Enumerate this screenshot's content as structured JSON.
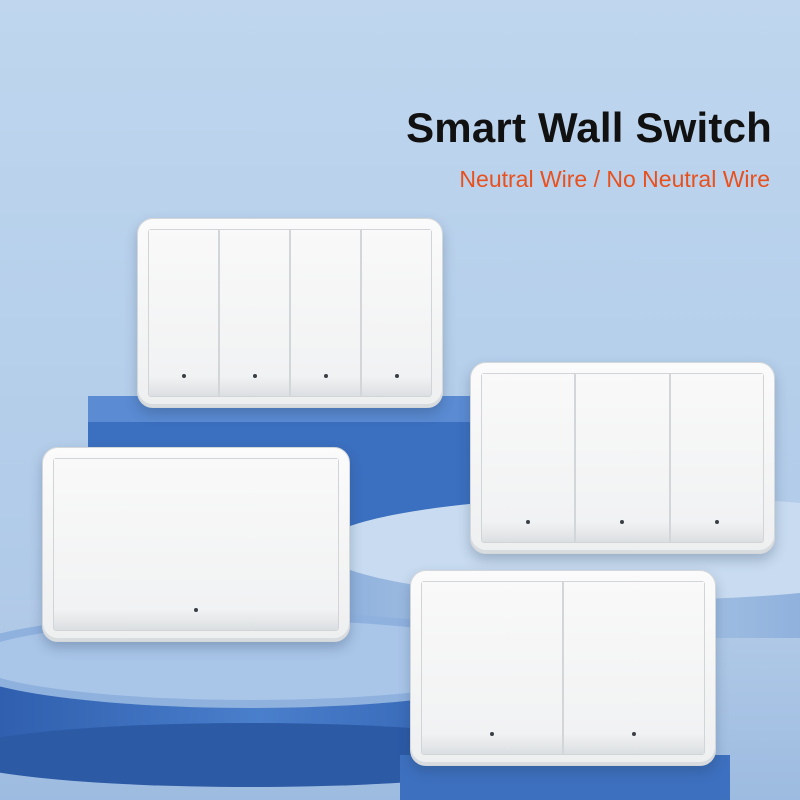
{
  "product": {
    "title": "Smart Wall Switch",
    "subtitle": "Neutral Wire / No Neutral Wire",
    "title_color": "#111111",
    "subtitle_color": "#e8501e"
  },
  "background": {
    "wall_color": "#b7cfe9",
    "pedestal_color": "#3f72c0",
    "floor_color": "#a8c3e4"
  },
  "switches": [
    {
      "id": "four-gang",
      "gangs": 4,
      "indicator": "led-dot"
    },
    {
      "id": "three-gang",
      "gangs": 3,
      "indicator": "led-dot"
    },
    {
      "id": "one-gang",
      "gangs": 1,
      "indicator": "led-dot"
    },
    {
      "id": "two-gang",
      "gangs": 2,
      "indicator": "led-dot"
    }
  ]
}
